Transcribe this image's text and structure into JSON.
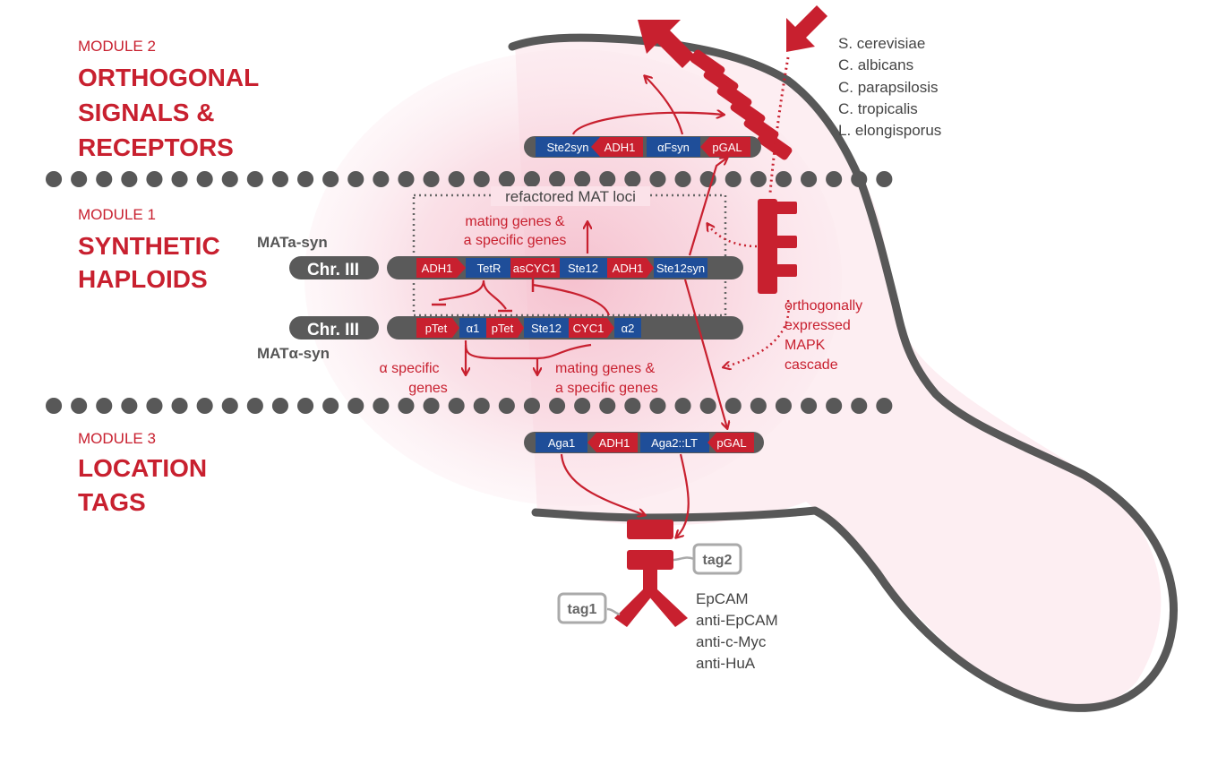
{
  "modules": {
    "m2": {
      "label": "MODULE 2",
      "title_lines": [
        "ORTHOGONAL",
        "SIGNALS &",
        "RECEPTORS"
      ]
    },
    "m1": {
      "label": "MODULE 1",
      "title_lines": [
        "SYNTHETIC",
        "HAPLOIDS"
      ]
    },
    "m3": {
      "label": "MODULE 3",
      "title_lines": [
        "LOCATION",
        "TAGS"
      ]
    }
  },
  "species": [
    "S. cerevisiae",
    "C. albicans",
    "C. parapsilosis",
    "C. tropicalis",
    "L. elongisporus"
  ],
  "module2_cassette": [
    "Ste2syn",
    "ADH1",
    "αFsyn",
    "pGAL"
  ],
  "refactored_label": "refactored MAT loci",
  "mata_label": "MATa-syn",
  "matalpha_label": "MATα-syn",
  "chr_label": "Chr. III",
  "mata_genes": [
    "ADH1",
    "TetR",
    "asCYC1",
    "Ste12",
    "ADH1",
    "Ste12syn"
  ],
  "matalpha_genes": [
    "pTet",
    "α1",
    "pTet",
    "Ste12",
    "CYC1",
    "α2"
  ],
  "mating_genes_top": [
    "mating genes &",
    "a specific genes"
  ],
  "alpha_specific": [
    "α specific",
    "genes"
  ],
  "mating_genes_bottom": [
    "mating genes &",
    "a specific genes"
  ],
  "mapk_label": [
    "orthogonally",
    "expressed",
    "MAPK",
    "cascade"
  ],
  "module3_cassette": [
    "Aga1",
    "ADH1",
    "Aga2::LT",
    "pGAL"
  ],
  "tag1": "tag1",
  "tag2": "tag2",
  "binders": [
    "EpCAM",
    "anti-EpCAM",
    "anti-c-Myc",
    "anti-HuA"
  ],
  "colors": {
    "red": "#c8202f",
    "blue": "#1f4e99",
    "grey": "#5a5a5a",
    "pink": "#f7d3dc"
  }
}
